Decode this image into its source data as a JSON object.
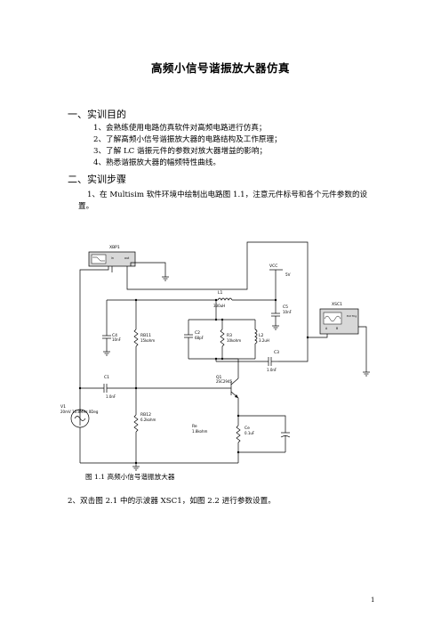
{
  "title": "高频小信号谐振放大器仿真",
  "section1": {
    "heading": "一、实训目的",
    "items": [
      "1、会熟练使用电路仿真软件对高频电路进行仿真；",
      "2、了解高频小信号谐振放大器的电路结构及工作原理；",
      "3、了解 LC 谐振元件的参数对放大器增益的影响；",
      "4、熟悉谐振放大器的幅频特性曲线。"
    ]
  },
  "section2": {
    "heading": "二、实训步骤",
    "step1": "1、在 Multisim 软件环境中绘制出电路图 1.1，注意元件标号和各个元件参数的设置。",
    "step2": "2、双击图 2.1 中的示波器 XSC1，如图 2.2 进行参数设置。"
  },
  "figure": {
    "caption": "图 1.1 高频小信号谐振放大器",
    "labels": {
      "xbp1": "XBP1",
      "xbp_in": "in",
      "xbp_out": "out",
      "vcc": "VCC",
      "vcc_val": "5V",
      "l1": "L1",
      "l1_val": "330uH",
      "c5": "C5",
      "c5_val": "10nF",
      "xsc1": "XSC1",
      "xsc_ext": "Ext Trig",
      "xsc_a": "A",
      "xsc_b": "B",
      "c4": "C4",
      "c4_val": "10nF",
      "rb11": "RB11",
      "rb11_val": "15kohm",
      "c2": "C2",
      "c2_val": "68pF",
      "r3": "R3",
      "r3_val": "10kohm",
      "l2": "L2",
      "l2_val": "3.2uH",
      "c3": "C3",
      "c3_val": "1.0nF",
      "c1": "C1",
      "c1_val": "1.0nF",
      "q1": "Q1",
      "q1_val": "2SC2945",
      "v1": "V1",
      "v1_val": "20mV 10.8MHz 0Deg",
      "rb12": "RB12",
      "rb12_val": "6.2kohm",
      "re": "Re",
      "re_val": "1.8kohm",
      "ce": "Ce",
      "ce_val": "0.1uF"
    }
  },
  "page_number": "1"
}
